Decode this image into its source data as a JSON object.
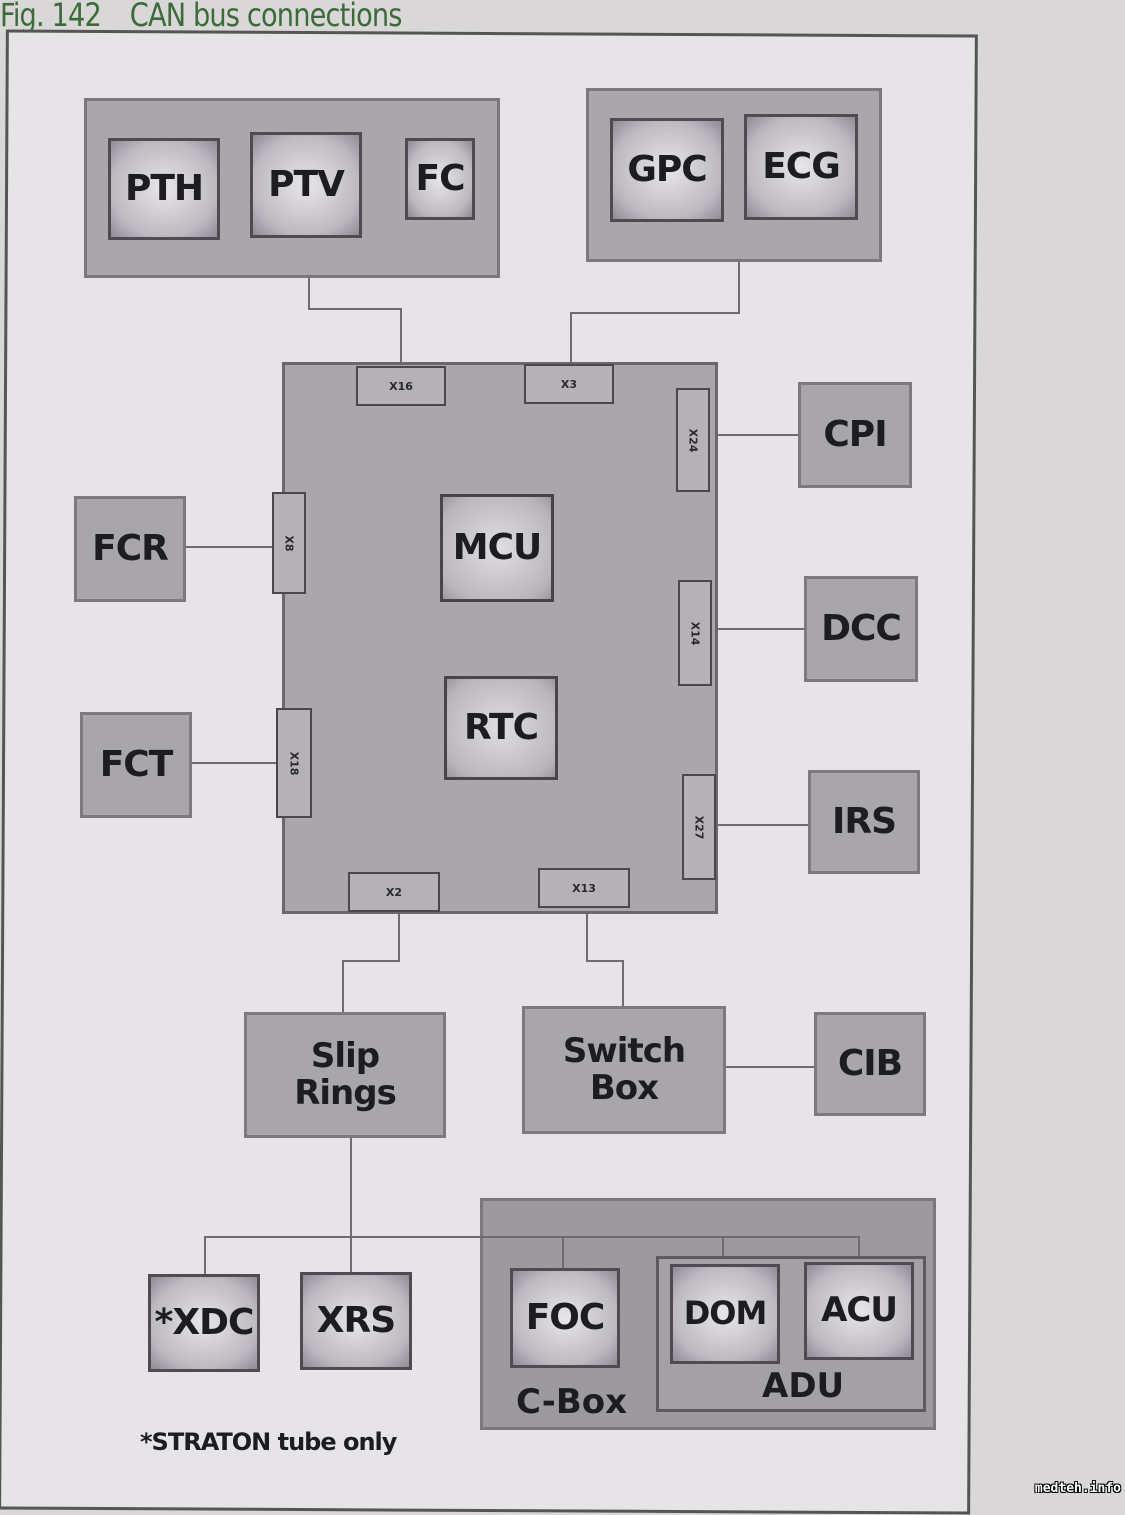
{
  "figure": {
    "number": "Fig. 142",
    "title": "CAN bus connections"
  },
  "groups": {
    "top_left": {
      "modules": [
        "PTH",
        "PTV",
        "FC"
      ]
    },
    "top_right": {
      "modules": [
        "GPC",
        "ECG"
      ]
    },
    "c_box": {
      "label": "C-Box",
      "modules": [
        "FOC"
      ]
    },
    "adu": {
      "label": "ADU",
      "modules": [
        "DOM",
        "ACU"
      ]
    }
  },
  "central": {
    "modules": [
      "MCU",
      "RTC"
    ],
    "connectors": {
      "top_left": "X16",
      "top_right": "X3",
      "left_upper": "X8",
      "left_lower": "X18",
      "right_upper": "X24",
      "right_middle": "X14",
      "right_lower": "X27",
      "bottom_left": "X2",
      "bottom_right": "X13"
    }
  },
  "peripherals": {
    "cpi": "CPI",
    "fcr": "FCR",
    "dcc": "DCC",
    "fct": "FCT",
    "irs": "IRS",
    "slip_rings": "Slip Rings",
    "switch_box": "Switch Box",
    "cib": "CIB",
    "xdc": "*XDC",
    "xrs": "XRS"
  },
  "footnote": "*STRATON tube only",
  "watermark": "medteh.info"
}
